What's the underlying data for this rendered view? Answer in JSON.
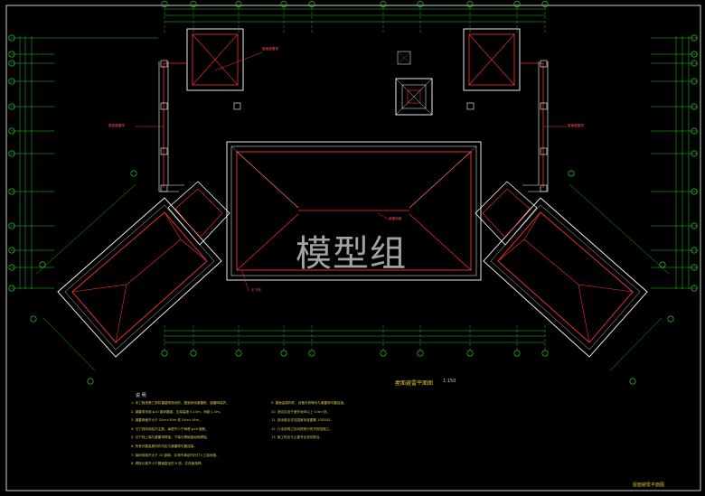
{
  "watermark": "模型组",
  "drawing": {
    "title": "屋面避雷平面图",
    "scale": "1:150",
    "sheet_label": "屋面避雷平面图"
  },
  "notes": {
    "heading": "说 明",
    "left_column": [
      "1. 本工程按第三类防雷建筑物设防，屋面采用避雷带、避雷网保护。",
      "2. 避雷带采用 φ10 镀锌圆钢，支架高度 0.15m，间距 1.0m。",
      "3. 避雷网格不大于 20m×20m 或 24m×16m。",
      "4. 引下线利用柱内主筋，每根不少于两根 φ16 钢筋。",
      "5. 引下线上端与避雷带焊接，下端与基础接地网焊接。",
      "6. 所有外露金属构件均应与避雷带可靠连接。",
      "7. 接地电阻不大于 10 欧姆，实测不满足时补打人工接地极。",
      "8. 焊接长度不小于圆钢直径的 6 倍，并双面施焊。"
    ],
    "right_column": [
      "9. 屋面金属构件、设备外壳等均与避雷带可靠连接。",
      "10. 测试点设于室外地坪以上 0.5m 处。",
      "11. 其余做法详见国家标准图集 15D503。",
      "12. 凡未说明之处均按现行有关规范施工。",
      "13. 施工时应与土建专业密切配合。"
    ]
  },
  "callouts": {
    "roof_belt": "屋面避雷带",
    "downlead": "引下线",
    "grid": "避雷网格"
  },
  "colors": {
    "background": "#000000",
    "lightning_belt": "#ff3030",
    "walls": "#ffffff",
    "grid_lines": "#22cc22",
    "axis_bubbles": "#33dd33",
    "notes_text": "#d8c85a",
    "callout_text": "#ff4d4d"
  },
  "icons": [
    "axis-bubble-icon",
    "downlead-marker-icon"
  ]
}
